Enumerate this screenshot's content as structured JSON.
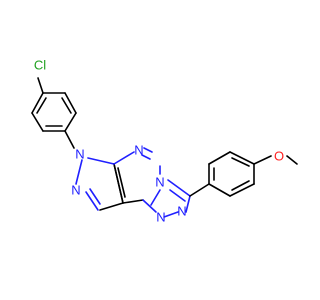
{
  "molecule": {
    "colors": {
      "carbon_bond": "#000000",
      "nitrogen": "#2020ff",
      "oxygen": "#ff2020",
      "chlorine": "#1ea01e",
      "background": "#ffffff"
    },
    "atoms": {
      "cl": "Cl",
      "n_pyrazole_1": "N",
      "n_pyrazole_2": "N",
      "n_pyrimidine": "N",
      "n_bridge": "N",
      "n_triazole_1": "N",
      "n_triazole_2": "N",
      "o_methoxy": "O"
    }
  }
}
